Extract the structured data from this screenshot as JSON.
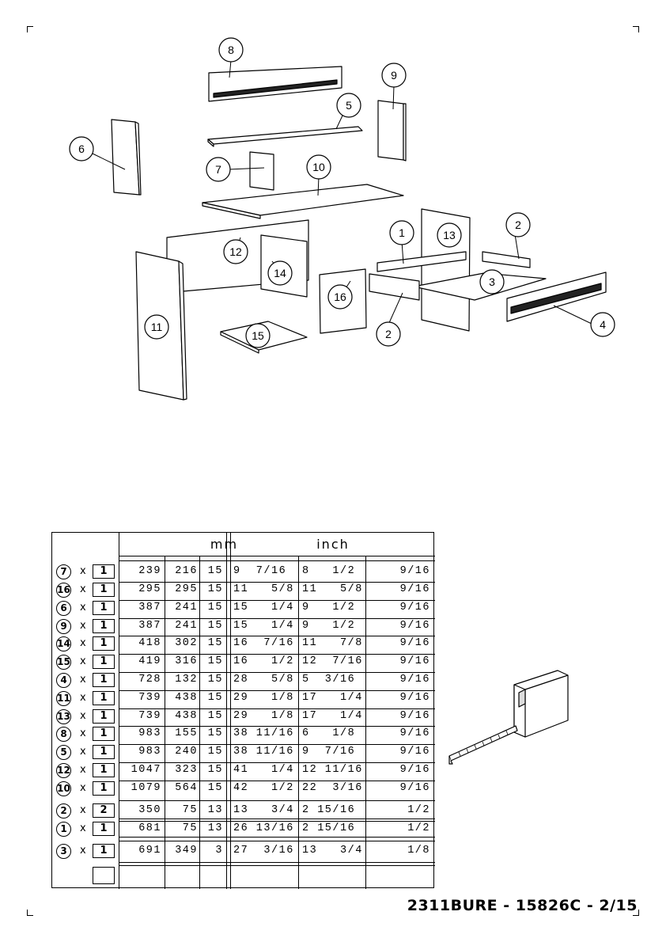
{
  "diagram": {
    "callouts": [
      "8",
      "9",
      "5",
      "6",
      "7",
      "10",
      "1",
      "13",
      "2",
      "12",
      "14",
      "3",
      "16",
      "11",
      "15",
      "2",
      "4"
    ]
  },
  "table": {
    "header_mm": "mm",
    "header_inch": "inch",
    "rows": [
      {
        "part": "7",
        "x": "x",
        "qty": "1",
        "mm": [
          "239",
          "216",
          "15"
        ],
        "inch": [
          "9  7/16",
          "8   1/2",
          "9/16"
        ]
      },
      {
        "part": "16",
        "x": "x",
        "qty": "1",
        "mm": [
          "295",
          "295",
          "15"
        ],
        "inch": [
          "11   5/8",
          "11   5/8",
          "9/16"
        ]
      },
      {
        "part": "6",
        "x": "x",
        "qty": "1",
        "mm": [
          "387",
          "241",
          "15"
        ],
        "inch": [
          "15   1/4",
          "9   1/2",
          "9/16"
        ]
      },
      {
        "part": "9",
        "x": "x",
        "qty": "1",
        "mm": [
          "387",
          "241",
          "15"
        ],
        "inch": [
          "15   1/4",
          "9   1/2",
          "9/16"
        ]
      },
      {
        "part": "14",
        "x": "x",
        "qty": "1",
        "mm": [
          "418",
          "302",
          "15"
        ],
        "inch": [
          "16  7/16",
          "11   7/8",
          "9/16"
        ]
      },
      {
        "part": "15",
        "x": "x",
        "qty": "1",
        "mm": [
          "419",
          "316",
          "15"
        ],
        "inch": [
          "16   1/2",
          "12  7/16",
          "9/16"
        ]
      },
      {
        "part": "4",
        "x": "x",
        "qty": "1",
        "mm": [
          "728",
          "132",
          "15"
        ],
        "inch": [
          "28   5/8",
          "5  3/16",
          "9/16"
        ]
      },
      {
        "part": "11",
        "x": "x",
        "qty": "1",
        "mm": [
          "739",
          "438",
          "15"
        ],
        "inch": [
          "29   1/8",
          "17   1/4",
          "9/16"
        ]
      },
      {
        "part": "13",
        "x": "x",
        "qty": "1",
        "mm": [
          "739",
          "438",
          "15"
        ],
        "inch": [
          "29   1/8",
          "17   1/4",
          "9/16"
        ]
      },
      {
        "part": "8",
        "x": "x",
        "qty": "1",
        "mm": [
          "983",
          "155",
          "15"
        ],
        "inch": [
          "38 11/16",
          "6   1/8",
          "9/16"
        ]
      },
      {
        "part": "5",
        "x": "x",
        "qty": "1",
        "mm": [
          "983",
          "240",
          "15"
        ],
        "inch": [
          "38 11/16",
          "9  7/16",
          "9/16"
        ]
      },
      {
        "part": "12",
        "x": "x",
        "qty": "1",
        "mm": [
          "1047",
          "323",
          "15"
        ],
        "inch": [
          "41   1/4",
          "12 11/16",
          "9/16"
        ]
      },
      {
        "part": "10",
        "x": "x",
        "qty": "1",
        "mm": [
          "1079",
          "564",
          "15"
        ],
        "inch": [
          "42   1/2",
          "22  3/16",
          "9/16"
        ]
      },
      {
        "part": "2",
        "x": "x",
        "qty": "2",
        "mm": [
          "350",
          "75",
          "13"
        ],
        "inch": [
          "13   3/4",
          "2 15/16",
          "1/2"
        ]
      },
      {
        "part": "1",
        "x": "x",
        "qty": "1",
        "mm": [
          "681",
          "75",
          "13"
        ],
        "inch": [
          "26 13/16",
          "2 15/16",
          "1/2"
        ]
      },
      {
        "part": "3",
        "x": "x",
        "qty": "1",
        "mm": [
          "691",
          "349",
          "3"
        ],
        "inch": [
          "27  3/16",
          "13   3/4",
          "1/8"
        ]
      }
    ]
  },
  "footer": {
    "doc_ref": "2311BURE  -  15826C  -  2/15"
  },
  "icons": {
    "tape": "measuring-tape-icon"
  }
}
